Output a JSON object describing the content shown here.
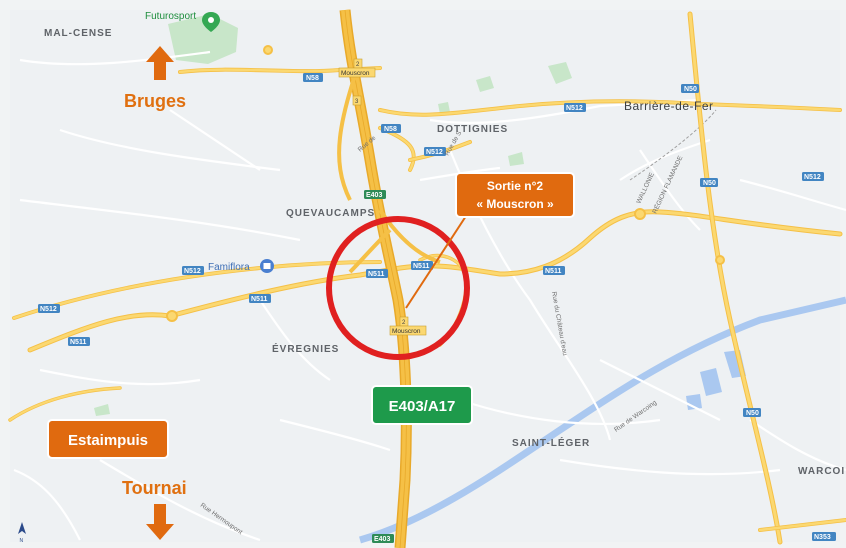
{
  "places": {
    "mal_cense": "MAL-CENSE",
    "dottignies": "DOTTIGNIES",
    "barriere_de_fer": "Barrière-de-Fer",
    "quevaucamps": "QUEVAUCAMPS",
    "evregnies": "ÉVREGNIES",
    "saint_leger": "SAINT-LÉGER",
    "warcoing": "WARCOI"
  },
  "pois": {
    "futurosport": "Futurosport",
    "famiflora": "Famiflora"
  },
  "roads": {
    "n58_a": "N58",
    "n58_b": "N58",
    "n512_a": "N512",
    "n512_b": "N512",
    "n512_c": "N512",
    "n512_d": "N512",
    "n512_e": "N512",
    "n511_a": "N511",
    "n511_b": "N511",
    "n511_c": "N511",
    "n511_d": "N511",
    "n511_e": "N511",
    "n50_a": "N50",
    "n50_b": "N50",
    "n50_c": "N50",
    "n353": "N353",
    "e403_a": "E403",
    "e403_b": "E403",
    "rue_chateau": "Rue du Château d'eau",
    "rue_warcoing": "Rue de Warcoing",
    "rue_hermoupont": "Rue Hermoupont",
    "rue_de_s": "Rue de S",
    "rue_de": "Rue de",
    "wallonie": "WALLONIE",
    "region_flamande": "RÉGION FLAMANDE"
  },
  "exits": {
    "exit2_top_num": "2",
    "exit2_top_name": "Mouscron",
    "exit3_num": "3",
    "exit2_bottom_num": "2",
    "exit2_bottom_name": "Mouscron"
  },
  "annotations": {
    "bruges": "Bruges",
    "tournai": "Tournai",
    "estaimpuis": "Estaimpuis",
    "highway": "E403/A17",
    "sortie_line1": "Sortie n°2",
    "sortie_line2": "« Mouscron »"
  },
  "compass": "N",
  "colors": {
    "background": "#f1f3f4",
    "highway": "#f5c046",
    "major_road": "#fbd871",
    "minor_road": "#ffffff",
    "park": "#c8e6c9",
    "water": "#aac8f0",
    "orange_box": "#e06a0f",
    "green_box": "#1e9a4b",
    "circle": "#e02020"
  }
}
